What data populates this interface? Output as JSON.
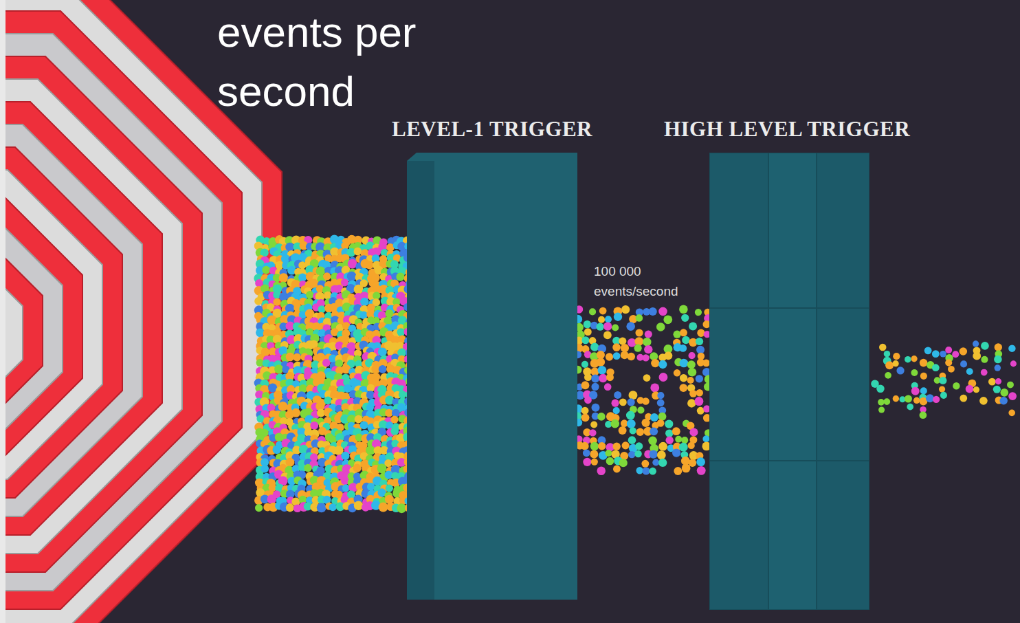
{
  "diagram": {
    "nodes": [
      {
        "text": [
          "LEVEL-1 TRIGGER"
        ]
      },
      {
        "text": [
          "HIGH LEVEL TRIGGER"
        ]
      }
    ],
    "labels": [
      "events per second",
      "100 000 events/second"
    ]
  }
}
